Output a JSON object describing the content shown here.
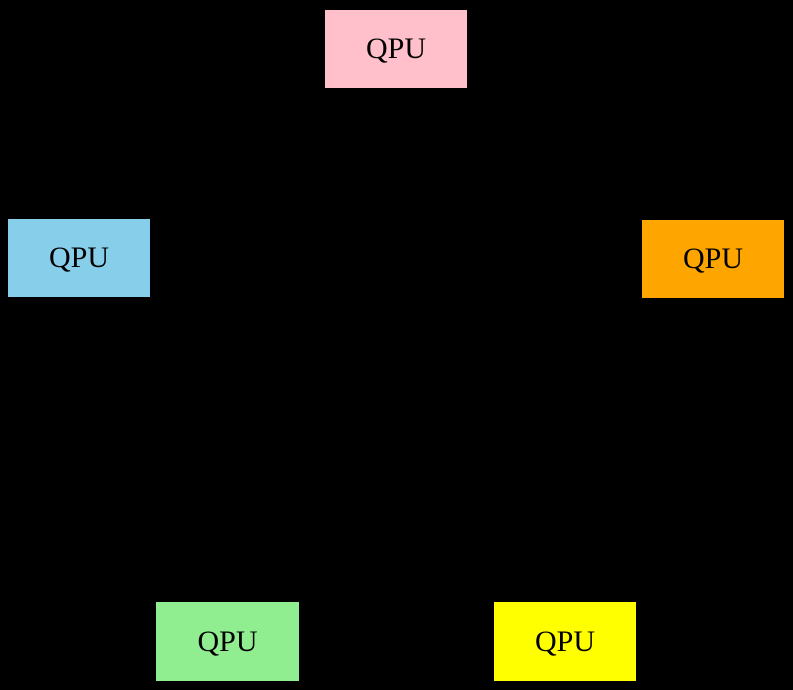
{
  "diagram": {
    "background_color": "#000000",
    "node_border_color": "#000000",
    "node_text_color": "#000000",
    "nodes": {
      "top": {
        "label": "QPU",
        "fill": "#FFC0CB",
        "style": "background:#FFC0CB"
      },
      "left": {
        "label": "QPU",
        "fill": "#87CEEB",
        "style": "background:#87CEEB"
      },
      "right": {
        "label": "QPU",
        "fill": "#FFA500",
        "style": "background:#FFA500"
      },
      "bottom_left": {
        "label": "QPU",
        "fill": "#90EE90",
        "style": "background:#90EE90"
      },
      "bottom_right": {
        "label": "QPU",
        "fill": "#FFFF00",
        "style": "background:#FFFF00"
      }
    }
  }
}
